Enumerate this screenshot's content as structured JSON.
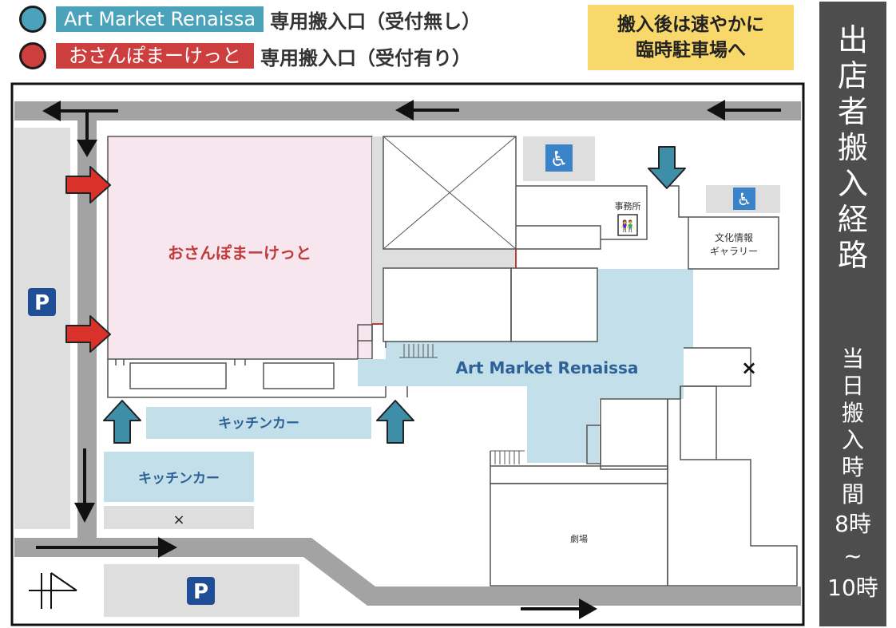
{
  "legend": [
    {
      "name": "Art Market Renaissa",
      "description": "専用搬入口（受付無し）",
      "color": "#4aa3ba"
    },
    {
      "name": "おさんぽまーけっと",
      "description": "専用搬入口（受付有り）",
      "color": "#cd3f3f"
    }
  ],
  "notice": {
    "line1": "搬入後は速やかに",
    "line2": "臨時駐車場へ"
  },
  "sidebar": {
    "title": "出店者搬入経路",
    "subtitle": "当日搬入時間",
    "time_start": "8時",
    "time_sep": "~",
    "time_end": "10時"
  },
  "map": {
    "areas": {
      "osanpo": "おさんぽまーけっと",
      "art_market": "Art Market Renaissa",
      "kitchen_car_1": "キッチンカー",
      "kitchen_car_2": "キッチンカー",
      "office": "事務所",
      "gallery_line1": "文化情報",
      "gallery_line2": "ギャラリー",
      "theater": "劇場",
      "no_entry_mark": "×",
      "blocked_mark": "×"
    },
    "parking_label": "P",
    "colors": {
      "road": "#a3a3a3",
      "parking_area": "#dedede",
      "osanpo_area": "#f7e6ee",
      "art_area": "#c3e0ea",
      "blue_arrow": "#3e8ea8",
      "red_arrow": "#d8322b",
      "parking_sign": "#1f4e96",
      "accessible_sign": "#3b83c8",
      "art_text": "#2d6198",
      "osanpo_text": "#c03a3a"
    }
  }
}
